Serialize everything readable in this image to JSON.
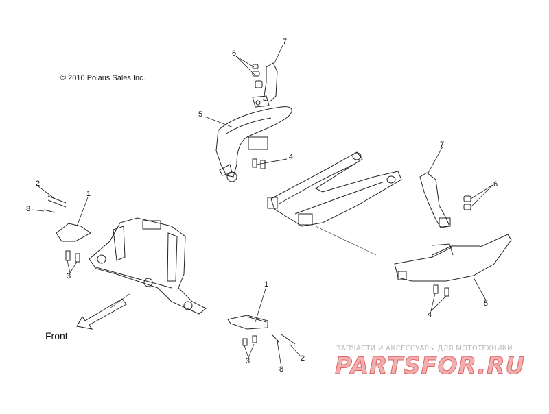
{
  "copyright": "© 2010 Polaris Sales Inc.",
  "direction_label": "Front",
  "callouts": [
    {
      "id": "c7-top",
      "text": "7"
    },
    {
      "id": "c6-top",
      "text": "6"
    },
    {
      "id": "c5-top",
      "text": "5"
    },
    {
      "id": "c4-top",
      "text": "4"
    },
    {
      "id": "c2-left",
      "text": "2"
    },
    {
      "id": "c1-left",
      "text": "1"
    },
    {
      "id": "c8-left",
      "text": "8"
    },
    {
      "id": "c3-left",
      "text": "3"
    },
    {
      "id": "c7-right",
      "text": "7"
    },
    {
      "id": "c6-right",
      "text": "6"
    },
    {
      "id": "c5-right",
      "text": "5"
    },
    {
      "id": "c4-right",
      "text": "4"
    },
    {
      "id": "c1-bottom",
      "text": "1"
    },
    {
      "id": "c2-bottom",
      "text": "2"
    },
    {
      "id": "c3-bottom",
      "text": "3"
    },
    {
      "id": "c8-bottom",
      "text": "8"
    }
  ],
  "watermark": {
    "tagline": "ЗАПЧАСТИ И АКСЕССУАРЫ ДЛЯ МОТОТЕХНИКИ",
    "logo": "PARTSFOR.RU"
  }
}
